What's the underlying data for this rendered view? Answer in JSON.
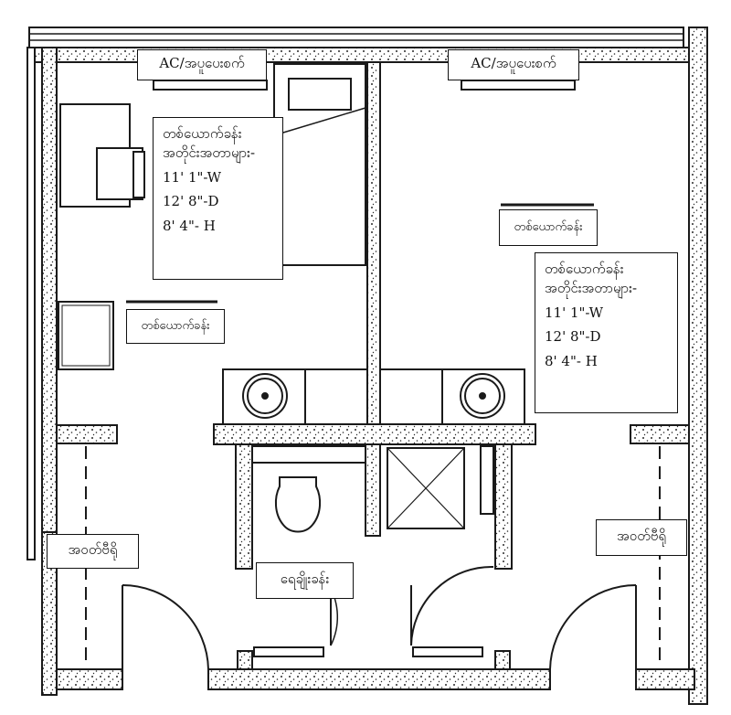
{
  "colors": {
    "wall": "#1a1a1a",
    "fill": "#ffffff",
    "hatch": "#2a2a2a"
  },
  "labels": {
    "ac_left": "AC/အပူပေးစက်",
    "ac_right": "AC/အပူပေးစက်",
    "bed_left": "တစ်ယောက်ခန်း",
    "bed_right": "တစ်ယောက်ခန်း",
    "closet_left": "အဝတ်ဗီရို",
    "closet_right": "အဝတ်ဗီရို",
    "bathroom": "ရေချိုးခန်း"
  },
  "dims_left": {
    "title1": "တစ်ယောက်ခန်း",
    "title2": "အတိုင်းအတာများ-",
    "width": "11' 1\"-W",
    "depth": "12' 8\"-D",
    "height": "8' 4\"- H"
  },
  "dims_right": {
    "title1": "တစ်ယောက်ခန်း",
    "title2": "အတိုင်းအတာများ-",
    "width": "11' 1\"-W",
    "depth": "12' 8\"-D",
    "height": "8' 4\"- H"
  }
}
